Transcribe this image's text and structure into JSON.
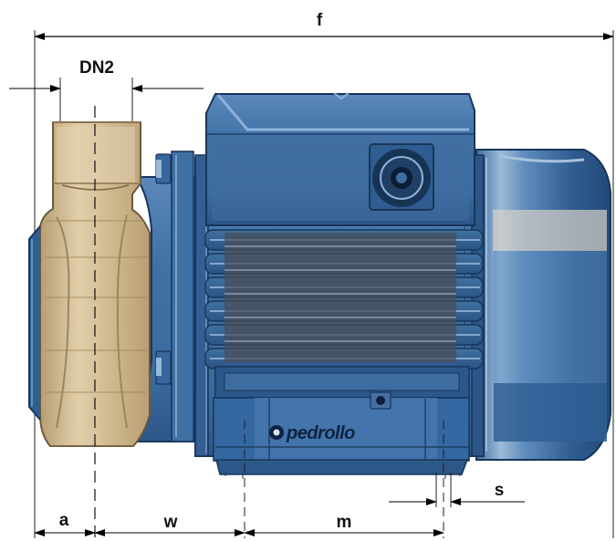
{
  "labels": {
    "f": "f",
    "dn2": "DN2",
    "a": "a",
    "w": "w",
    "m": "m",
    "s": "s"
  },
  "brand": {
    "text": "pedrollo"
  },
  "colors": {
    "motor_blue": "#3f71a6",
    "motor_dark": "#2d5689",
    "motor_light": "#6f98c7",
    "pump_bronze": "#cfb890",
    "pump_bronze_dark": "#b39b73",
    "line_dark": "#17365a"
  }
}
